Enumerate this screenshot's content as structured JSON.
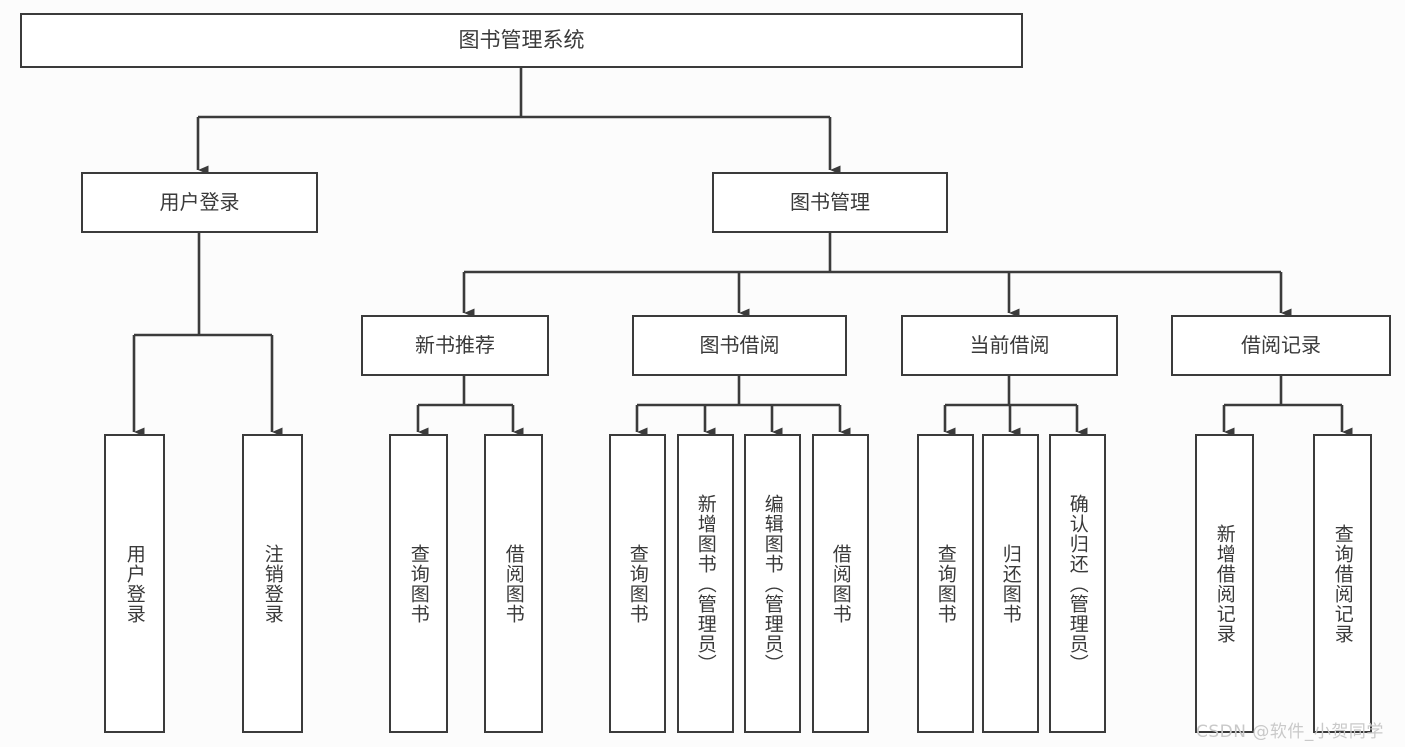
{
  "diagram": {
    "title": "图书管理系统",
    "type": "hierarchy-tree",
    "watermark": "CSDN @软件_小贺同学",
    "colors": {
      "box_border": "#3b3b3b",
      "box_fill": "#ffffff",
      "text": "#3a3a3a",
      "connector": "#3b3b3b",
      "background": "#fcfcfc",
      "watermark": "#c9c9c9"
    },
    "root": {
      "label": "图书管理系统"
    },
    "level2": [
      {
        "label": "用户登录"
      },
      {
        "label": "图书管理"
      }
    ],
    "level3": [
      {
        "label": "新书推荐"
      },
      {
        "label": "图书借阅"
      },
      {
        "label": "当前借阅"
      },
      {
        "label": "借阅记录"
      }
    ],
    "leaves": {
      "user_login": [
        {
          "label": "用户登录"
        },
        {
          "label": "注销登录"
        }
      ],
      "new_book_recommend": [
        {
          "label": "查询图书"
        },
        {
          "label": "借阅图书"
        }
      ],
      "book_borrow": [
        {
          "label": "查询图书"
        },
        {
          "label": "新增图书（管理员）"
        },
        {
          "label": "编辑图书（管理员）"
        },
        {
          "label": "借阅图书"
        }
      ],
      "current_borrow": [
        {
          "label": "查询图书"
        },
        {
          "label": "归还图书"
        },
        {
          "label": "确认归还（管理员）"
        }
      ],
      "borrow_record": [
        {
          "label": "新增借阅记录"
        },
        {
          "label": "查询借阅记录"
        }
      ]
    }
  }
}
